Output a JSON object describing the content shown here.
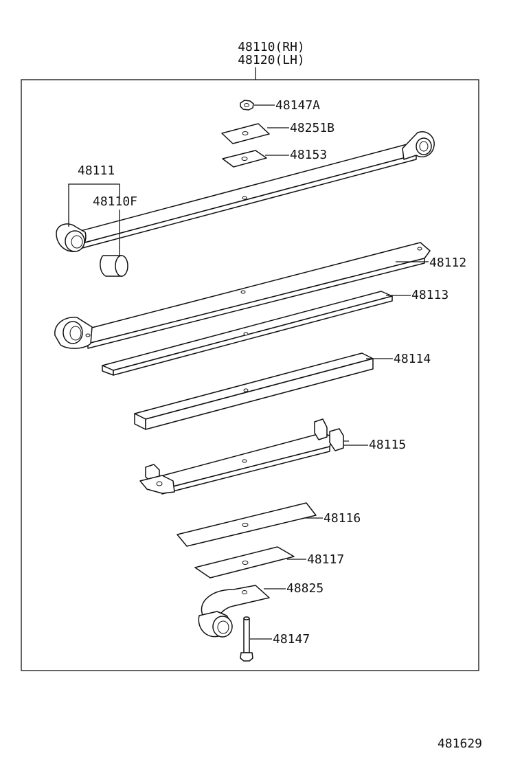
{
  "assembly": {
    "labels": [
      "48110(RH)",
      "48120(LH)"
    ]
  },
  "parts": [
    {
      "id": "p48147A",
      "number": "48147A"
    },
    {
      "id": "p48251B",
      "number": "48251B"
    },
    {
      "id": "p48153",
      "number": "48153"
    },
    {
      "id": "p48111",
      "number": "48111"
    },
    {
      "id": "p48110F",
      "number": "48110F"
    },
    {
      "id": "p48112",
      "number": "48112"
    },
    {
      "id": "p48113",
      "number": "48113"
    },
    {
      "id": "p48114",
      "number": "48114"
    },
    {
      "id": "p48115",
      "number": "48115"
    },
    {
      "id": "p48116",
      "number": "48116"
    },
    {
      "id": "p48117",
      "number": "48117"
    },
    {
      "id": "p48825",
      "number": "48825"
    },
    {
      "id": "p48147",
      "number": "48147"
    }
  ],
  "diagram_id": "481629"
}
